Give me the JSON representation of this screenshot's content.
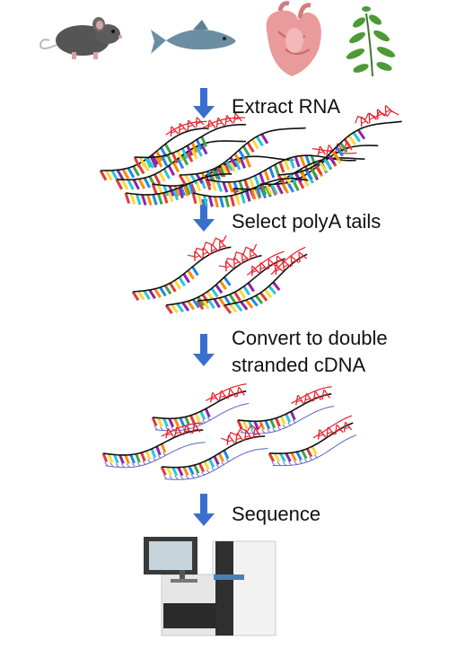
{
  "steps": [
    {
      "label": "Extract RNA"
    },
    {
      "label": "Select polyA tails"
    },
    {
      "label": "Convert to double stranded cDNA"
    },
    {
      "label": "Sequence"
    }
  ],
  "step3_lines": [
    "Convert to double",
    "stranded cDNA"
  ],
  "organisms": [
    {
      "name": "mouse-icon"
    },
    {
      "name": "fish-icon"
    },
    {
      "name": "heart-icon"
    },
    {
      "name": "plant-icon"
    }
  ],
  "polya_tail_text": "AAAA",
  "colors": {
    "arrow": "#3a6fd0",
    "polya": "#e8202a",
    "bases": [
      "#e53935",
      "#43a047",
      "#1e88e5",
      "#fb8c00",
      "#8e24aa",
      "#26c6da",
      "#fdd835"
    ],
    "backbone": "#111111"
  }
}
